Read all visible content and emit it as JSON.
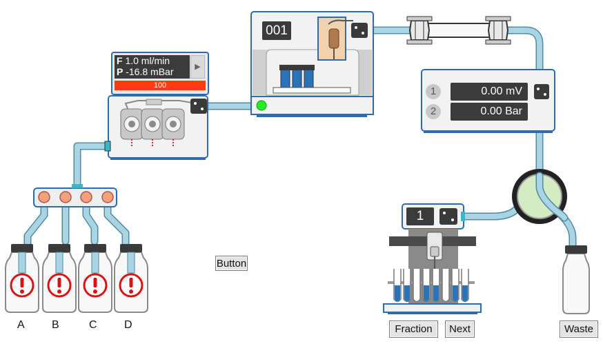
{
  "pump": {
    "flow_prefix": "F",
    "flow_text": "1.0 ml/min",
    "pressure_prefix": "P",
    "pressure_text": "-16.8 mBar",
    "progress_label": "100",
    "progress_percent": 100
  },
  "injector": {
    "counter": "001"
  },
  "detector": {
    "channel1_number": "1",
    "channel1_value": "0.00 mV",
    "channel2_number": "2",
    "channel2_value": "0.00 Bar"
  },
  "fraction_collector": {
    "counter": "1"
  },
  "solvents": [
    {
      "label": "A",
      "status": "empty-warning"
    },
    {
      "label": "B",
      "status": "empty-warning"
    },
    {
      "label": "C",
      "status": "empty-warning"
    },
    {
      "label": "D",
      "status": "empty-warning"
    }
  ],
  "buttons": {
    "generic": "Button",
    "fraction": "Fraction",
    "next": "Next",
    "waste": "Waste"
  },
  "colors": {
    "tubing": "#a8d4e4",
    "device_border": "#2b6cb0",
    "alert_red": "#dd1111",
    "status_led": "#22ee22",
    "pump_bar": "#ff3c10",
    "display_bg": "#3b3b3b",
    "valve_port": "#f4a07a"
  }
}
